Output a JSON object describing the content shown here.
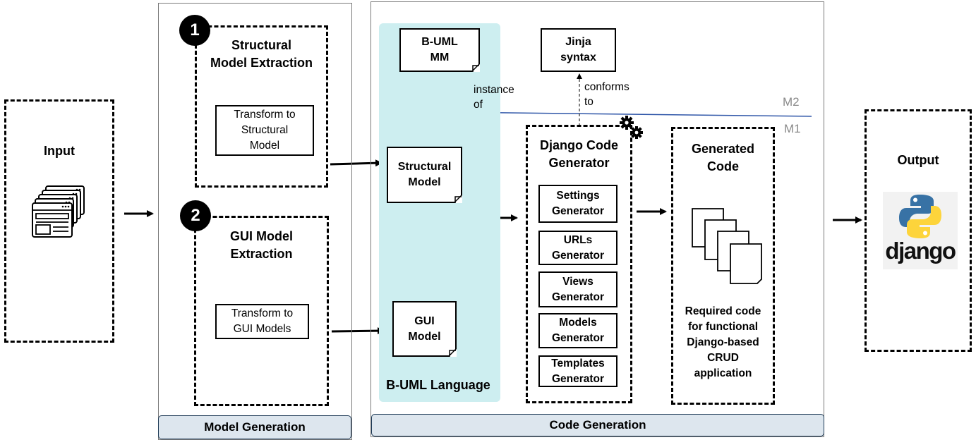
{
  "input": {
    "label": "Input"
  },
  "model_generation": {
    "footer": "Model Generation",
    "step1": {
      "number": "1",
      "title": "Structural\nModel Extraction",
      "task": "Transform to\nStructural\nModel"
    },
    "step2": {
      "number": "2",
      "title": "GUI Model\nExtraction",
      "task": "Transform to\nGUI Models"
    }
  },
  "code_generation": {
    "footer": "Code Generation",
    "buml": {
      "language_label": "B-UML Language",
      "metamodel": "B-UML\nMM",
      "structural_model": "Structural\nModel",
      "gui_model": "GUI\nModel",
      "instance_of": "instance\nof"
    },
    "jinja": {
      "label": "Jinja\nsyntax",
      "conforms_to": "conforms\nto"
    },
    "levels": {
      "m2": "M2",
      "m1": "M1"
    },
    "generator": {
      "title": "Django Code\nGenerator",
      "items": [
        "Settings\nGenerator",
        "URLs\nGenerator",
        "Views\nGenerator",
        "Models\nGenerator",
        "Templates\nGenerator"
      ]
    },
    "generated": {
      "title": "Generated\nCode",
      "description": "Required code\nfor functional\nDjango-based\nCRUD\napplication"
    }
  },
  "output": {
    "label": "Output",
    "logo_text": "django"
  },
  "colors": {
    "buml_bg": "#cdeef0",
    "footer_bg": "#dde6ee",
    "level_line": "#2f56a8",
    "python_blue": "#3872a5",
    "python_yellow": "#fdd43b"
  }
}
